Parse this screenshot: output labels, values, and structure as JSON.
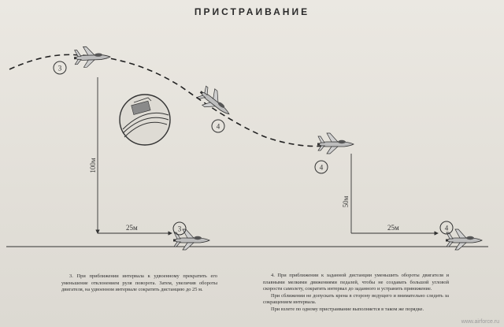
{
  "title": "ПРИСТРАИВАНИЕ",
  "positions": [
    "3",
    "4",
    "4",
    "3",
    "4"
  ],
  "distances": {
    "vertical_100": "100м",
    "vertical_50": "50м",
    "horizontal_left": "25м",
    "horizontal_right": "25м"
  },
  "caption_left": "3. При приближении интервала к удвоенному прекратить его уменьшение отклонением руля поворота. Затем, увеличив обороты двигателя, на удвоенном интервале сократить дистанцию до 25 м.",
  "caption_right": [
    "4. При приближении к заданной дистанции уменьшить обороты двигателя и плавными мелкими движениями педалей, чтобы не создавать большой угловой скорости самолету, сократить интервал до заданного и устранить принижение.",
    "При сближении не допускать крена в сторону ведущего и внимательно следить за сокращением интервала.",
    "При взлете по одному пристраивание выполняется в таком же порядке."
  ],
  "watermark": "www.airforce.ru"
}
